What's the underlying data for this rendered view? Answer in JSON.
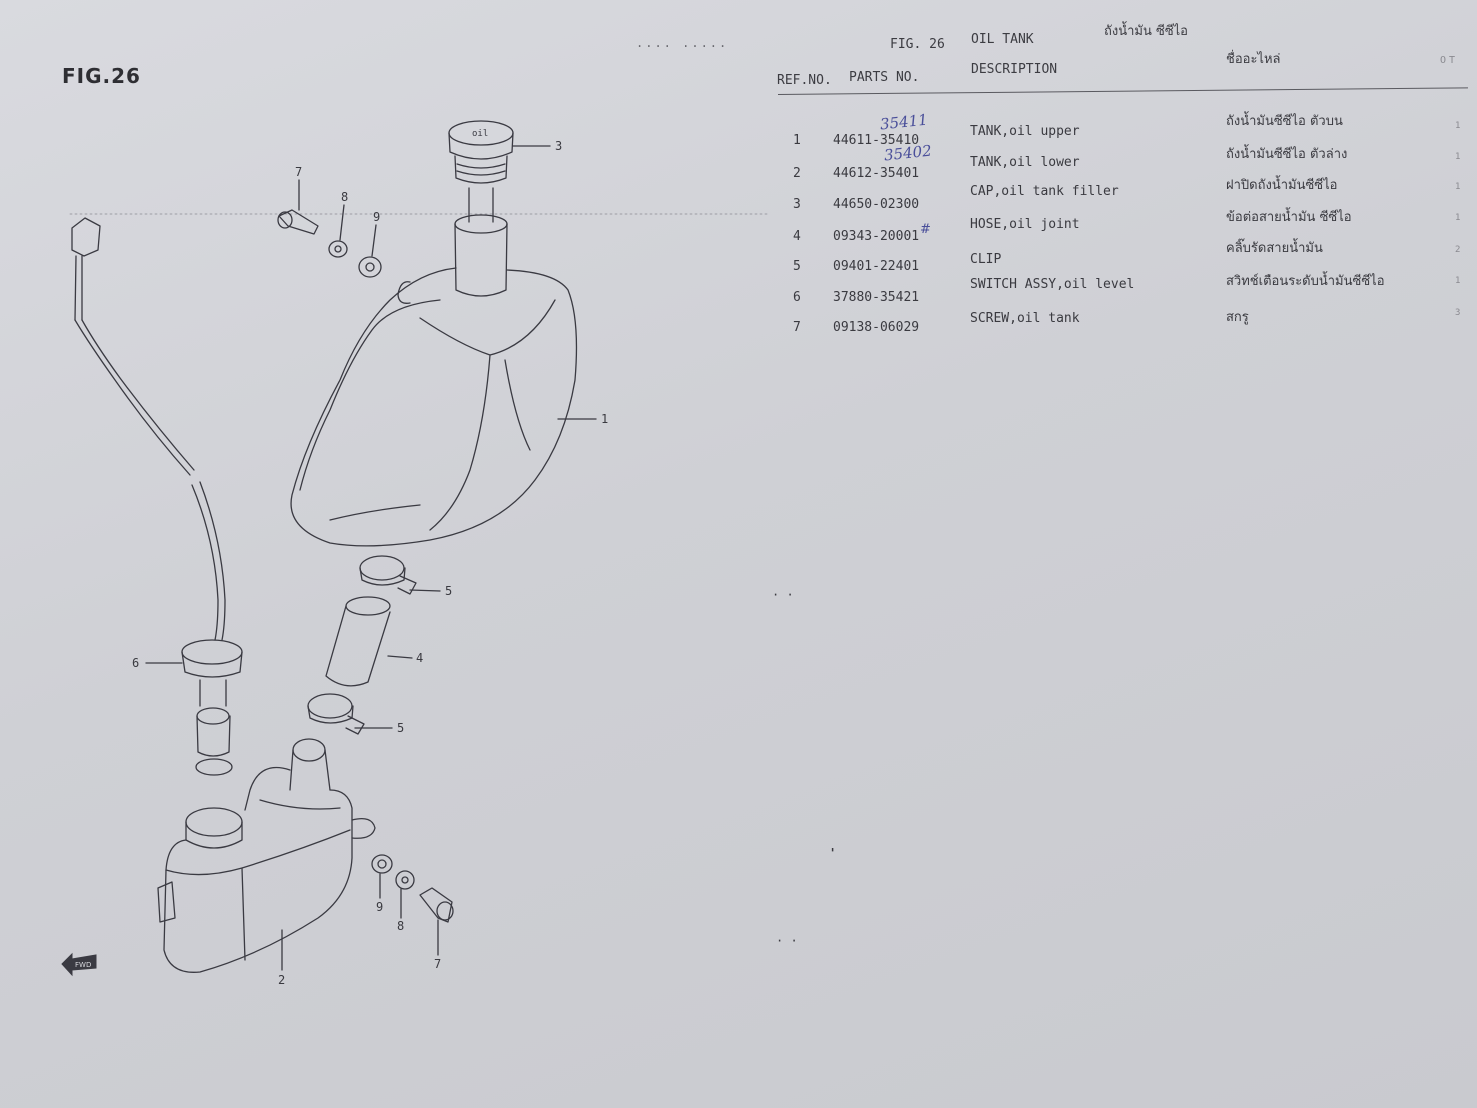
{
  "figure_label": "FIG.26",
  "header": {
    "dots": ".... .....",
    "fig": "FIG. 26",
    "title": "OIL TANK",
    "thai_title": "ถังน้ำมัน ซีซีไอ",
    "ref_no": "REF.NO.",
    "parts_no": "PARTS NO.",
    "description": "DESCRIPTION",
    "thai_description": "ชื่ออะไหล่",
    "edge_text": "OT"
  },
  "parts": [
    {
      "ref": "1",
      "part_no": "44611-35410",
      "description": "TANK,oil upper",
      "thai": "ถังน้ำมันซีซีไอ  ตัวบน",
      "qty": "1"
    },
    {
      "ref": "2",
      "part_no": "44612-35401",
      "description": "TANK,oil lower",
      "thai": "ถังน้ำมันซีซีไอ  ตัวล่าง",
      "qty": "1"
    },
    {
      "ref": "3",
      "part_no": "44650-02300",
      "description": "CAP,oil tank filler",
      "thai": "ฝาปิดถังน้ำมันซีซีไอ",
      "qty": "1"
    },
    {
      "ref": "4",
      "part_no": "09343-20001",
      "description": "HOSE,oil joint",
      "thai": "ข้อต่อสายน้ำมัน ซีซีไอ",
      "qty": "1"
    },
    {
      "ref": "5",
      "part_no": "09401-22401",
      "description": "CLIP",
      "thai": "คลิ๊บรัดสายน้ำมัน",
      "qty": "2"
    },
    {
      "ref": "6",
      "part_no": "37880-35421",
      "description": "SWITCH ASSY,oil level",
      "thai": "สวิทช์เตือนระดับน้ำมันซีซีไอ",
      "qty": "1"
    },
    {
      "ref": "7",
      "part_no": "09138-06029",
      "description": "SCREW,oil tank",
      "thai": "สกรู",
      "qty": "3"
    }
  ],
  "handwritten": {
    "note1": "35411",
    "note2": "35402",
    "note3": "#"
  },
  "callouts": [
    "1",
    "2",
    "3",
    "4",
    "5",
    "5",
    "6",
    "7",
    "7",
    "8",
    "8",
    "9",
    "9"
  ],
  "front_marker": "FWD"
}
